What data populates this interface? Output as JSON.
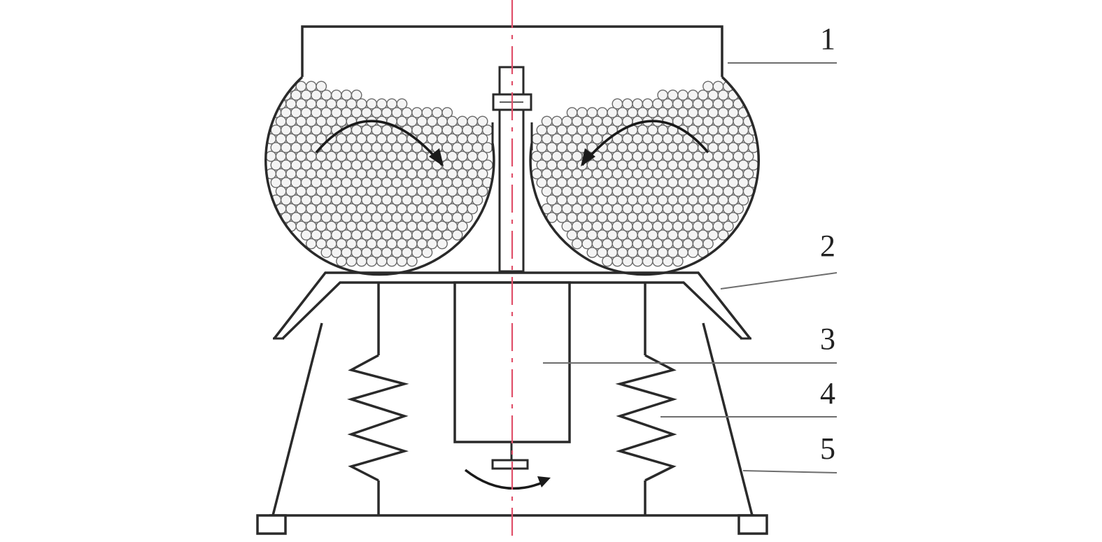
{
  "diagram": {
    "labels": {
      "l1": "1",
      "l2": "2",
      "l3": "3",
      "l4": "4",
      "l5": "5"
    },
    "colors": {
      "stroke": "#2a2a2a",
      "centerline": "#e0506a",
      "bead_fill": "#f4f4f4",
      "bead_stroke": "#6a6a6a",
      "leader": "#6e6e6e",
      "background": "#ffffff"
    }
  }
}
